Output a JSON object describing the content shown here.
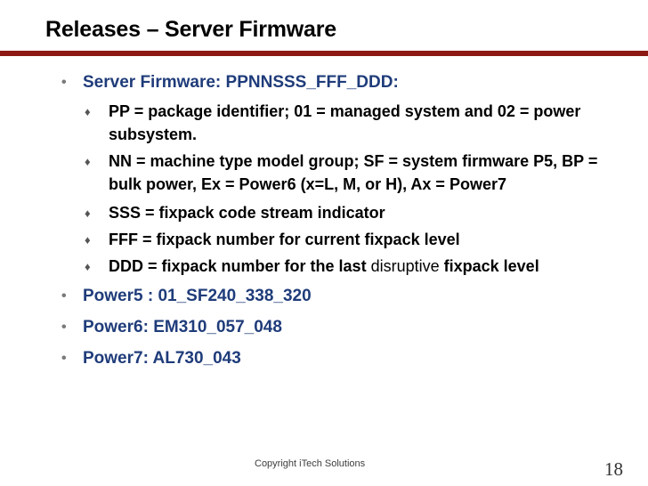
{
  "slide": {
    "title": "Releases – Server Firmware",
    "accent_color": "#8C1A13",
    "level1_text_color": "#1F3C7A",
    "level2_text_color": "#000000",
    "background_color": "#FFFFFF",
    "bullet_glyph_level1": "•",
    "bullet_glyph_level2": "♦"
  },
  "content": {
    "bullets": [
      {
        "level": 1,
        "text": "Server Firmware: PPNNSSS_FFF_DDD:"
      },
      {
        "level": 2,
        "text": "PP = package identifier; 01 = managed system and 02 = power subsystem."
      },
      {
        "level": 2,
        "text": "NN = machine type model group; SF = system firmware P5, BP = bulk power, Ex = Power6 (x=L, M, or H), Ax = Power7"
      },
      {
        "level": 2,
        "text": "SSS = fixpack code stream indicator"
      },
      {
        "level": 2,
        "text": "FFF = fixpack number for current fixpack level"
      },
      {
        "level": 2,
        "text_before": "DDD = fixpack number for the last ",
        "text_emphasis": "disruptive",
        "text_after": " fixpack level"
      },
      {
        "level": 1,
        "text": "Power5 : 01_SF240_338_320"
      },
      {
        "level": 1,
        "text": "Power6:  EM310_057_048"
      },
      {
        "level": 1,
        "text": "Power7:  AL730_043"
      }
    ]
  },
  "footer": {
    "copyright": "Copyright iTech Solutions",
    "page_number": "18"
  }
}
